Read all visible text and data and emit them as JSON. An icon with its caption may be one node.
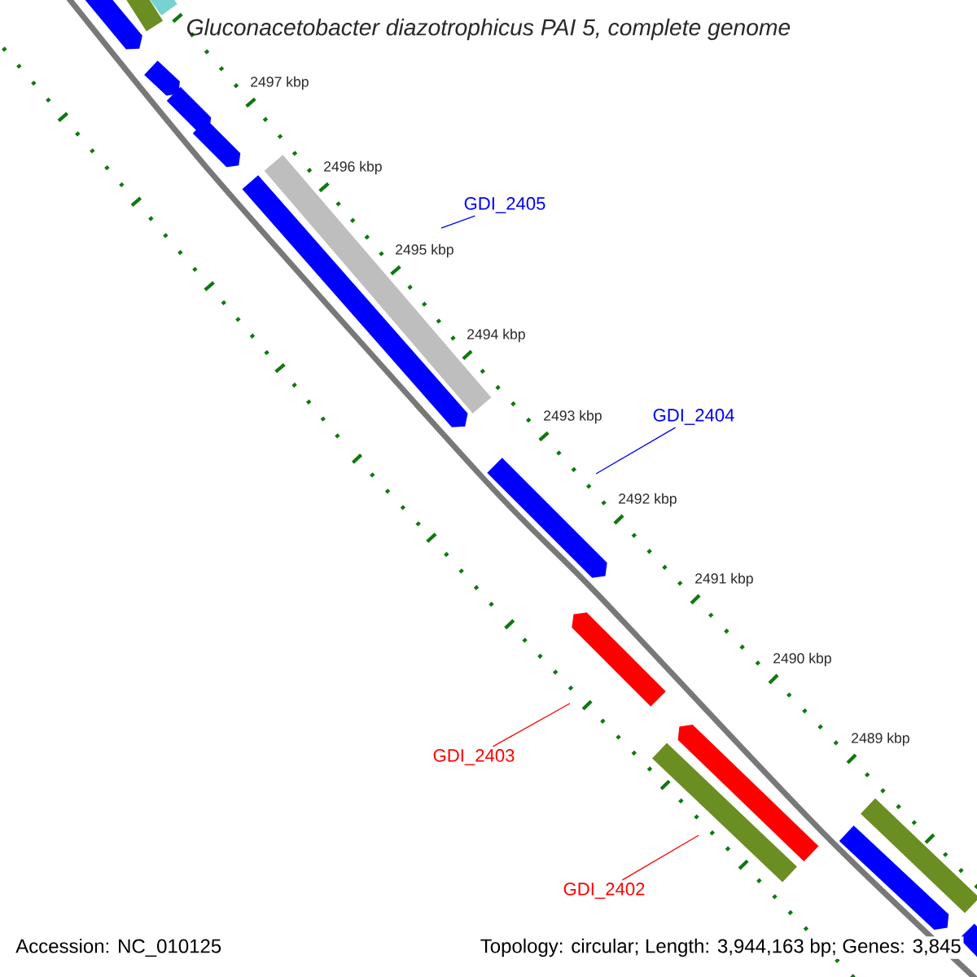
{
  "diagram": {
    "title": "Gluconacetobacter diazotrophicus PAI 5, complete genome",
    "nodes": [
      {
        "text": [
          "GDI_2405"
        ]
      },
      {
        "text": [
          "GDI_2404"
        ]
      },
      {
        "text": [
          "GDI_2403"
        ]
      },
      {
        "text": [
          "GDI_2402"
        ]
      }
    ],
    "edges": [
      {
        "from": 0,
        "to": null,
        "arrow": "none",
        "color": "#0000ff"
      },
      {
        "from": 1,
        "to": null,
        "arrow": "none",
        "color": "#0000ff"
      },
      {
        "from": 2,
        "to": null,
        "arrow": "none",
        "color": "#ff0000"
      },
      {
        "from": 3,
        "to": null,
        "arrow": "none",
        "color": "#ff0000"
      }
    ],
    "labels": [
      "2497 kbp",
      "2496 kbp",
      "2495 kbp",
      "2494 kbp",
      "2493 kbp",
      "2492 kbp",
      "2491 kbp",
      "2490 kbp",
      "2489 kbp",
      "Accession: NC_010125",
      "Topology: circular; Length: 3,944,163 bp; Genes: 3,845"
    ]
  }
}
